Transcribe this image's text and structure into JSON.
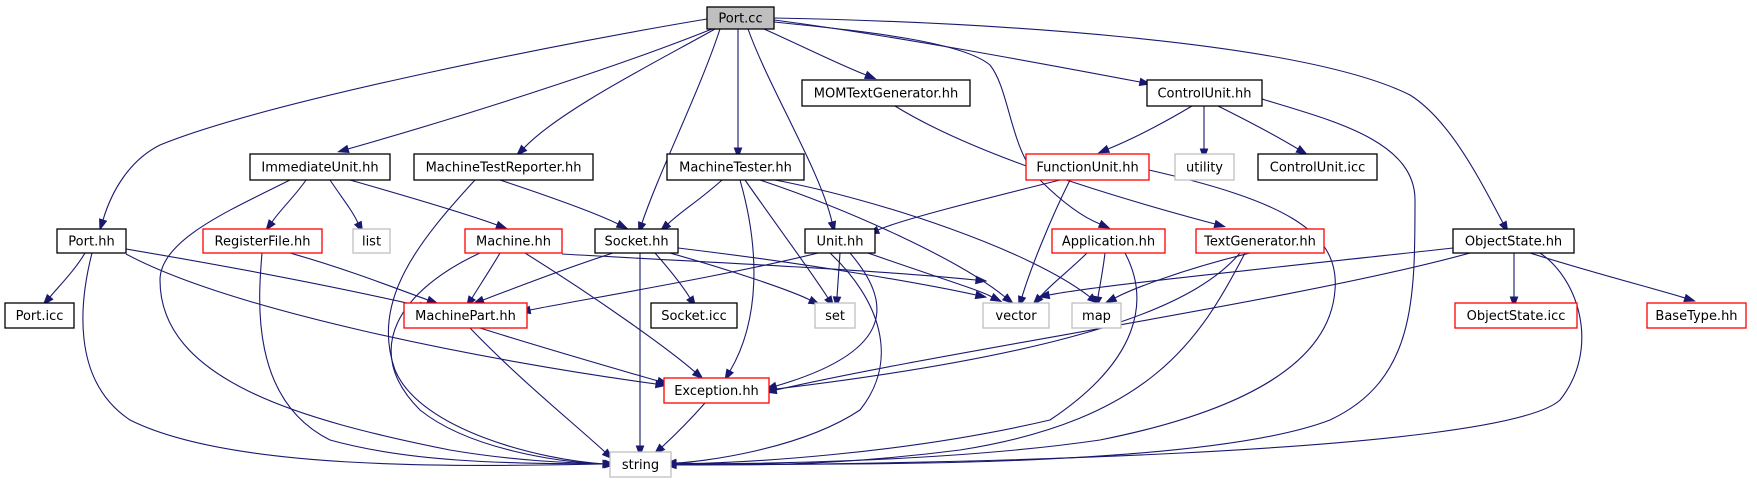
{
  "diagram": {
    "title": "",
    "colors": {
      "edge": "#191970",
      "normal": "#000000",
      "incomplete": "#ff0000",
      "system": "#bfbfbf",
      "root_fill": "#bfbfbf"
    },
    "nodes": [
      {
        "id": "port_cc",
        "label": "Port.cc",
        "kind": "root"
      },
      {
        "id": "mom_text_generator_hh",
        "label": "MOMTextGenerator.hh",
        "kind": "normal"
      },
      {
        "id": "control_unit_hh",
        "label": "ControlUnit.hh",
        "kind": "normal"
      },
      {
        "id": "immediate_unit_hh",
        "label": "ImmediateUnit.hh",
        "kind": "normal"
      },
      {
        "id": "machine_test_reporter_hh",
        "label": "MachineTestReporter.hh",
        "kind": "normal"
      },
      {
        "id": "machine_tester_hh",
        "label": "MachineTester.hh",
        "kind": "normal"
      },
      {
        "id": "function_unit_hh",
        "label": "FunctionUnit.hh",
        "kind": "incomplete"
      },
      {
        "id": "utility",
        "label": "utility",
        "kind": "system"
      },
      {
        "id": "control_unit_icc",
        "label": "ControlUnit.icc",
        "kind": "normal"
      },
      {
        "id": "port_hh",
        "label": "Port.hh",
        "kind": "normal"
      },
      {
        "id": "register_file_hh",
        "label": "RegisterFile.hh",
        "kind": "incomplete"
      },
      {
        "id": "list",
        "label": "list",
        "kind": "system"
      },
      {
        "id": "machine_hh",
        "label": "Machine.hh",
        "kind": "incomplete"
      },
      {
        "id": "socket_hh",
        "label": "Socket.hh",
        "kind": "normal"
      },
      {
        "id": "unit_hh",
        "label": "Unit.hh",
        "kind": "normal"
      },
      {
        "id": "application_hh",
        "label": "Application.hh",
        "kind": "incomplete"
      },
      {
        "id": "text_generator_hh",
        "label": "TextGenerator.hh",
        "kind": "incomplete"
      },
      {
        "id": "object_state_hh",
        "label": "ObjectState.hh",
        "kind": "normal"
      },
      {
        "id": "port_icc",
        "label": "Port.icc",
        "kind": "normal"
      },
      {
        "id": "machine_part_hh",
        "label": "MachinePart.hh",
        "kind": "incomplete"
      },
      {
        "id": "socket_icc",
        "label": "Socket.icc",
        "kind": "normal"
      },
      {
        "id": "set",
        "label": "set",
        "kind": "system"
      },
      {
        "id": "vector",
        "label": "vector",
        "kind": "system"
      },
      {
        "id": "map",
        "label": "map",
        "kind": "system"
      },
      {
        "id": "object_state_icc",
        "label": "ObjectState.icc",
        "kind": "incomplete"
      },
      {
        "id": "base_type_hh",
        "label": "BaseType.hh",
        "kind": "incomplete"
      },
      {
        "id": "exception_hh",
        "label": "Exception.hh",
        "kind": "incomplete"
      },
      {
        "id": "string",
        "label": "string",
        "kind": "system"
      }
    ],
    "edges": [
      [
        "port_cc",
        "port_hh"
      ],
      [
        "port_cc",
        "immediate_unit_hh"
      ],
      [
        "port_cc",
        "machine_test_reporter_hh"
      ],
      [
        "port_cc",
        "socket_hh"
      ],
      [
        "port_cc",
        "machine_tester_hh"
      ],
      [
        "port_cc",
        "unit_hh"
      ],
      [
        "port_cc",
        "mom_text_generator_hh"
      ],
      [
        "port_cc",
        "application_hh"
      ],
      [
        "port_cc",
        "control_unit_hh"
      ],
      [
        "port_cc",
        "object_state_hh"
      ],
      [
        "mom_text_generator_hh",
        "text_generator_hh"
      ],
      [
        "control_unit_hh",
        "function_unit_hh"
      ],
      [
        "control_unit_hh",
        "utility"
      ],
      [
        "control_unit_hh",
        "control_unit_icc"
      ],
      [
        "control_unit_hh",
        "string"
      ],
      [
        "immediate_unit_hh",
        "register_file_hh"
      ],
      [
        "immediate_unit_hh",
        "list"
      ],
      [
        "immediate_unit_hh",
        "machine_hh"
      ],
      [
        "immediate_unit_hh",
        "string"
      ],
      [
        "machine_test_reporter_hh",
        "socket_hh"
      ],
      [
        "machine_test_reporter_hh",
        "string"
      ],
      [
        "machine_tester_hh",
        "socket_hh"
      ],
      [
        "machine_tester_hh",
        "set"
      ],
      [
        "machine_tester_hh",
        "vector"
      ],
      [
        "machine_tester_hh",
        "map"
      ],
      [
        "machine_tester_hh",
        "exception_hh"
      ],
      [
        "function_unit_hh",
        "unit_hh"
      ],
      [
        "function_unit_hh",
        "vector"
      ],
      [
        "function_unit_hh",
        "string"
      ],
      [
        "port_hh",
        "port_icc"
      ],
      [
        "port_hh",
        "machine_part_hh"
      ],
      [
        "port_hh",
        "exception_hh"
      ],
      [
        "port_hh",
        "string"
      ],
      [
        "register_file_hh",
        "machine_part_hh"
      ],
      [
        "register_file_hh",
        "string"
      ],
      [
        "machine_hh",
        "machine_part_hh"
      ],
      [
        "machine_hh",
        "exception_hh"
      ],
      [
        "machine_hh",
        "string"
      ],
      [
        "machine_hh",
        "vector"
      ],
      [
        "socket_hh",
        "machine_part_hh"
      ],
      [
        "socket_hh",
        "socket_icc"
      ],
      [
        "socket_hh",
        "set"
      ],
      [
        "socket_hh",
        "vector"
      ],
      [
        "socket_hh",
        "string"
      ],
      [
        "unit_hh",
        "machine_part_hh"
      ],
      [
        "unit_hh",
        "set"
      ],
      [
        "unit_hh",
        "vector"
      ],
      [
        "unit_hh",
        "exception_hh"
      ],
      [
        "unit_hh",
        "string"
      ],
      [
        "application_hh",
        "vector"
      ],
      [
        "application_hh",
        "map"
      ],
      [
        "application_hh",
        "string"
      ],
      [
        "text_generator_hh",
        "map"
      ],
      [
        "text_generator_hh",
        "exception_hh"
      ],
      [
        "text_generator_hh",
        "string"
      ],
      [
        "object_state_hh",
        "vector"
      ],
      [
        "object_state_hh",
        "exception_hh"
      ],
      [
        "object_state_hh",
        "object_state_icc"
      ],
      [
        "object_state_hh",
        "base_type_hh"
      ],
      [
        "object_state_hh",
        "string"
      ],
      [
        "machine_part_hh",
        "exception_hh"
      ],
      [
        "machine_part_hh",
        "string"
      ],
      [
        "exception_hh",
        "string"
      ]
    ]
  }
}
